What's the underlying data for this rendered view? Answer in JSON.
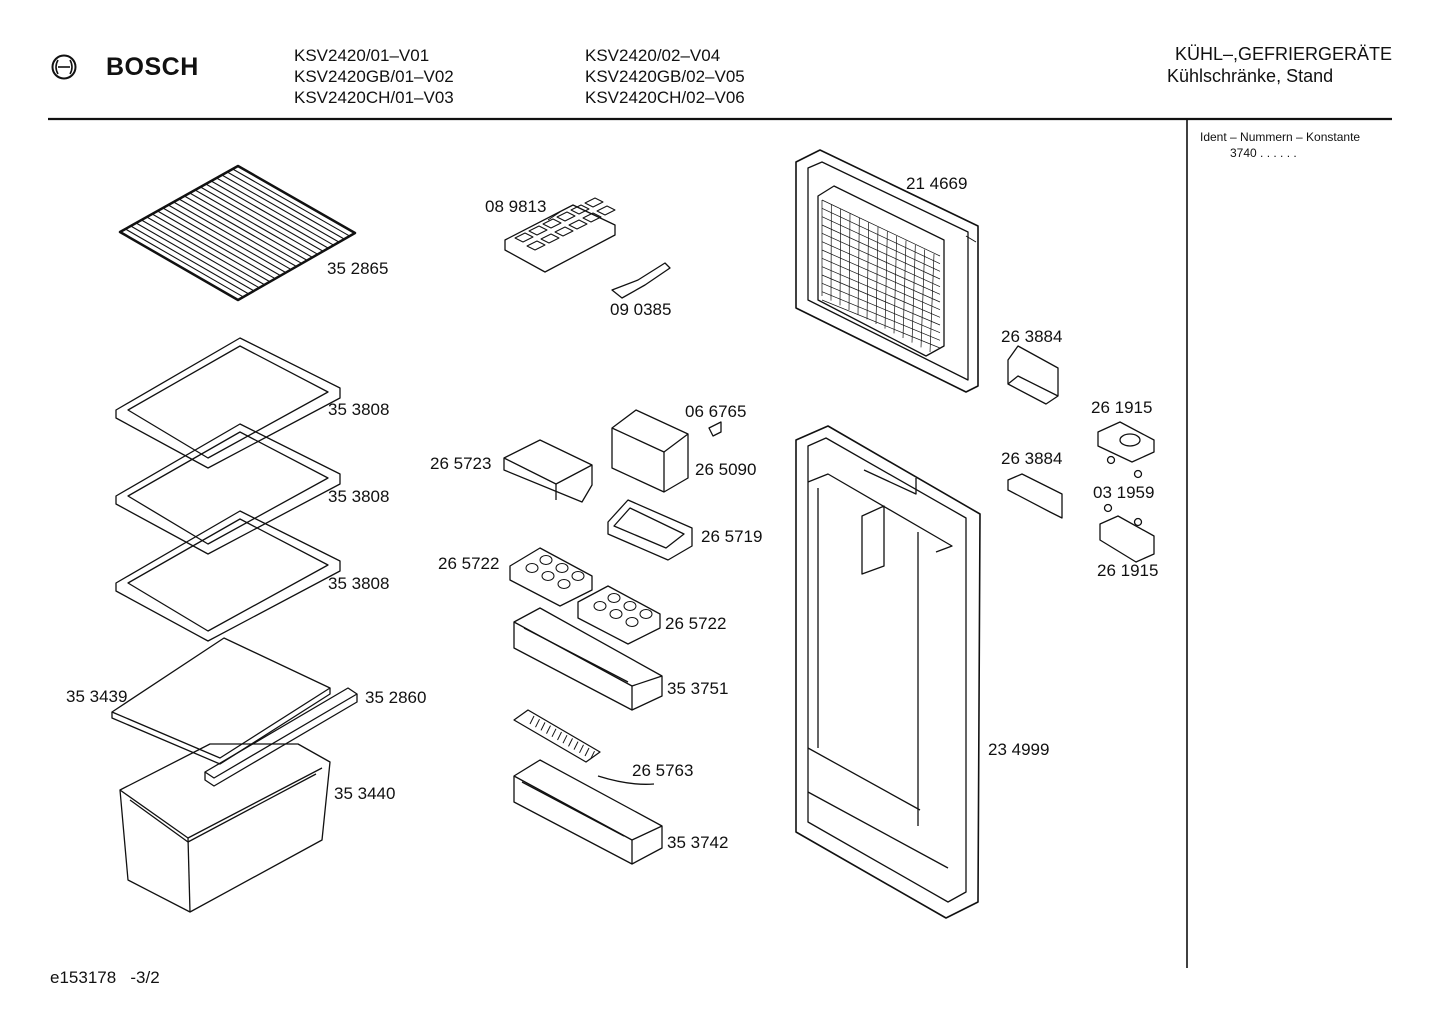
{
  "header": {
    "brand": "BOSCH",
    "models_col1": [
      "KSV2420/01–V01",
      "KSV2420GB/01–V02",
      "KSV2420CH/01–V03"
    ],
    "models_col2": [
      "KSV2420/02–V04",
      "KSV2420GB/02–V05",
      "KSV2420CH/02–V06"
    ],
    "category": "KÜHL–,GEFRIERGERÄTE",
    "subcategory": "Kühlschränke, Stand"
  },
  "side_panel": {
    "heading": "Ident – Nummern – Konstante",
    "value": "3740 . . . . . ."
  },
  "parts": [
    {
      "id": "352865",
      "label": "35 2865"
    },
    {
      "id": "089813",
      "label": "08 9813"
    },
    {
      "id": "090385",
      "label": "09 0385"
    },
    {
      "id": "214669",
      "label": "21 4669"
    },
    {
      "id": "353808a",
      "label": "35 3808"
    },
    {
      "id": "263884a",
      "label": "26 3884"
    },
    {
      "id": "066765",
      "label": "06 6765"
    },
    {
      "id": "261915a",
      "label": "26 1915"
    },
    {
      "id": "265723",
      "label": "26 5723"
    },
    {
      "id": "265090",
      "label": "26 5090"
    },
    {
      "id": "263884b",
      "label": "26 3884"
    },
    {
      "id": "353808b",
      "label": "35 3808"
    },
    {
      "id": "031959",
      "label": "03 1959"
    },
    {
      "id": "265719",
      "label": "26 5719"
    },
    {
      "id": "265722a",
      "label": "26 5722"
    },
    {
      "id": "261915b",
      "label": "26 1915"
    },
    {
      "id": "353808c",
      "label": "35 3808"
    },
    {
      "id": "265722b",
      "label": "26 5722"
    },
    {
      "id": "353751",
      "label": "35 3751"
    },
    {
      "id": "353439",
      "label": "35 3439"
    },
    {
      "id": "352860",
      "label": "35 2860"
    },
    {
      "id": "234999",
      "label": "23 4999"
    },
    {
      "id": "265763",
      "label": "26 5763"
    },
    {
      "id": "353440",
      "label": "35 3440"
    },
    {
      "id": "353742",
      "label": "35 3742"
    }
  ],
  "footer": {
    "code": "e153178   -3/2"
  }
}
